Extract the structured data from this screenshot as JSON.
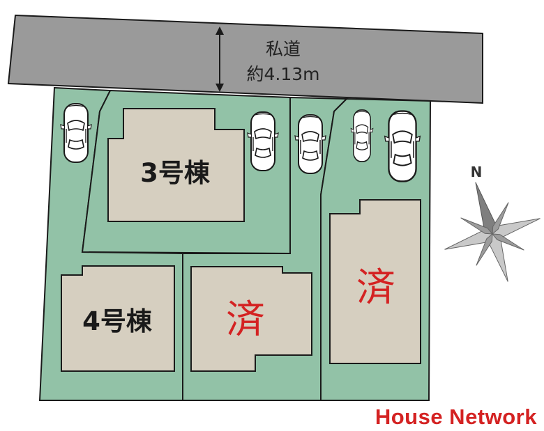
{
  "road": {
    "name": "私道",
    "width": "約4.13m"
  },
  "buildings": [
    {
      "id": "3",
      "label": "3号棟"
    },
    {
      "id": "4",
      "label": "4号棟"
    },
    {
      "id": "mid",
      "label": "済"
    },
    {
      "id": "right",
      "label": "済"
    }
  ],
  "compass": {
    "label": "N"
  },
  "brand": "House Network",
  "colors": {
    "road": "#9a9a9a",
    "lot": "#92c2a7",
    "building": "#d6cfc0",
    "sold": "#d42222",
    "outline": "#1a1a1a"
  }
}
